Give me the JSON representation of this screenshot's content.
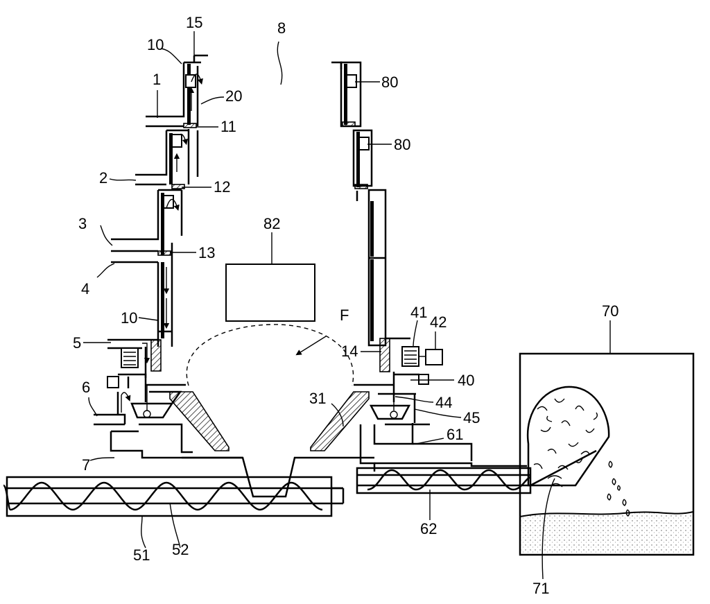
{
  "labels": {
    "l15": "15",
    "l10a": "10",
    "l8": "8",
    "l1": "1",
    "l20": "20",
    "l11": "11",
    "l2": "2",
    "l12": "12",
    "l3": "3",
    "l13": "13",
    "l4": "4",
    "l82": "82",
    "l10b": "10",
    "l5": "5",
    "l6": "6",
    "lF": "F",
    "l31": "31",
    "l7": "7",
    "l51": "51",
    "l52": "52",
    "l80a": "80",
    "l80b": "80",
    "l41": "41",
    "l42": "42",
    "l14": "14",
    "l40": "40",
    "l44": "44",
    "l45": "45",
    "l61": "61",
    "l62": "62",
    "l70": "70",
    "l71": "71"
  }
}
